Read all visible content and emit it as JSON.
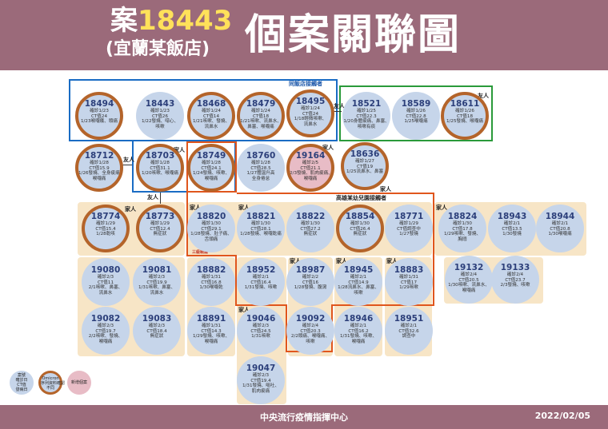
{
  "title": {
    "case_prefix": "案",
    "case_number": "18443",
    "subtitle": "(宜蘭某飯店)",
    "main": "個案關聯圖"
  },
  "footer": {
    "org": "中央流行疫情指揮中心",
    "date": "2022/02/05"
  },
  "group_labels": {
    "hotel": "同飯店接觸者",
    "kaohsiung": "高雄某幼兒園接觸者",
    "small_note": "三級親屬"
  },
  "relation_labels": {
    "friend_1": "友人",
    "friend_2": "友人",
    "friend_3": "友人",
    "friend_4": "友人",
    "family_1": "家人",
    "family_2": "家人",
    "family_3": "家人",
    "family_4": "家人",
    "family_5": "家人",
    "family_6": "家人",
    "family_7": "家人",
    "family_8": "家人",
    "family_9": "家人",
    "family_10": "家人",
    "family_11": "家人"
  },
  "cases": {
    "c18494": {
      "id": "18494",
      "info": "確診1/23\nCT值24\n1/23喉嚨癢、頭痛"
    },
    "c18443": {
      "id": "18443",
      "info": "確診1/23\nCT值26\n1/22發燒、噁心、\n咳嗽"
    },
    "c18468": {
      "id": "18468",
      "info": "確診1/24\nCT值14\n1/21咳嗽、發燒、\n流鼻水"
    },
    "c18479": {
      "id": "18479",
      "info": "確診1/24\nCT值18\n1/21咳嗽、流鼻水、\n鼻塞、喉嚨痛"
    },
    "c18495": {
      "id": "18495",
      "info": "確診1/24\nCT值24\n1/18輕微咳嗽、\n流鼻水"
    },
    "c18521": {
      "id": "18521",
      "info": "確診1/25\nCT值22.3\n1/20身體痠痛、鼻塞、\n咳嗽有痰"
    },
    "c18589": {
      "id": "18589",
      "info": "確診1/26\nCT值22.8\n1/25喉嚨痛"
    },
    "c18611": {
      "id": "18611",
      "info": "確診1/26\nCT值18\n1/25發燒、喉嚨痛"
    },
    "c18712": {
      "id": "18712",
      "info": "確診1/28\nCT值15.9\n1/26發燒、全身痠痛、\n喉嚨痛"
    },
    "c18703": {
      "id": "18703",
      "info": "確診1/28\nCT值31.1\n1/20咳嗽、喉嚨痛"
    },
    "c18749": {
      "id": "18749",
      "info": "確診1/28\nCT值24.1\n1/24發燒、咳嗽、\n喉嚨痛"
    },
    "c18760": {
      "id": "18760",
      "info": "確診1/28\nCT值28.5\n1/27體溫升高\n全身倦怠"
    },
    "c19164": {
      "id": "19164",
      "info": "確診2/5\nCT值21.1\n2/3發燒、肌肉痠痛、\n喉嚨痛"
    },
    "c18636": {
      "id": "18636",
      "info": "確診1/27\nCT值19\n1/25流鼻水、鼻塞"
    },
    "c18774": {
      "id": "18774",
      "info": "確診1/29\nCT值15.4\n1/28乾咳"
    },
    "c18773": {
      "id": "18773",
      "info": "確診1/29\nCT值12.4\n無症狀"
    },
    "c18820": {
      "id": "18820",
      "info": "確診1/30\nCT值29.1\n1/28發燒、肚子痛、\n舌頭痛"
    },
    "c18821": {
      "id": "18821",
      "info": "確診1/30\nCT值28.1\n1/28發燒、喉嚨乾痛"
    },
    "c18822": {
      "id": "18822",
      "info": "確診1/30\nCT值27.2\n無症狀"
    },
    "c18854": {
      "id": "18854",
      "info": "確診1/30\nCT值26.4\n無症狀"
    },
    "c18771": {
      "id": "18771",
      "info": "確診1/29\nCT值調查中\n1/27發燒"
    },
    "c18824": {
      "id": "18824",
      "info": "確診1/30\nCT值17.8\n1/29咳嗽、發燒、\n胸悶"
    },
    "c18943": {
      "id": "18943",
      "info": "確診2/1\nCT值13.5\n1/30發燒"
    },
    "c18944": {
      "id": "18944",
      "info": "確診2/1\nCT值20.8\n1/30喉嚨痛"
    },
    "c19080": {
      "id": "19080",
      "info": "確診2/3\nCT值11\n2/1咳嗽、鼻塞、\n流鼻水"
    },
    "c19081": {
      "id": "19081",
      "info": "確診2/3\nCT值19.9\n1/31咳嗽、鼻塞、\n流鼻水"
    },
    "c18882": {
      "id": "18882",
      "info": "確診1/31\nCT值16.8\n1/30喉嚨乾"
    },
    "c18952": {
      "id": "18952",
      "info": "確診2/1\nCT值16.4\n1/31發燒、咳嗽"
    },
    "c18987": {
      "id": "18987",
      "info": "確診2/2\nCT值16\n1/28發燒、腹瀉"
    },
    "c18945": {
      "id": "18945",
      "info": "確診2/1\nCT值14.9\n1/28流鼻水、鼻塞、\n咳嗽"
    },
    "c18883": {
      "id": "18883",
      "info": "確診1/31\nCT值17\n1/29咳嗽"
    },
    "c19132": {
      "id": "19132",
      "info": "確診2/4\nCT值20.5\n1/30咳嗽、流鼻水、\n喉嚨痛"
    },
    "c19133": {
      "id": "19133",
      "info": "確診2/4\nCT值23.7\n2/3發燒、咳嗽"
    },
    "c19082": {
      "id": "19082",
      "info": "確診2/3\nCT值19.7\n2/2咳嗽、發燒、\n喉嚨痛"
    },
    "c19083": {
      "id": "19083",
      "info": "確診2/3\nCT值18.4\n無症狀"
    },
    "c18891": {
      "id": "18891",
      "info": "確診1/31\nCT值14.3\n1/29發燒、咳嗽、\n喉嚨痛"
    },
    "c19046": {
      "id": "19046",
      "info": "確診2/3\nCT值24.5\n1/31咳嗽"
    },
    "c19092": {
      "id": "19092",
      "info": "確診2/4\nCT值20.3\n2/2頭痛、喉嚨痛、\n咳嗽"
    },
    "c18946": {
      "id": "18946",
      "info": "確診2/1\nCT值16.2\n1/31發燒、咳嗽、\n喉嚨痛"
    },
    "c18951": {
      "id": "18951",
      "info": "確診2/1\nCT值32.6\n調查中"
    },
    "c19047": {
      "id": "19047",
      "info": "確診2/3\nCT值19.4\n1/31發燒、嘔吐、\n肌肉痠痛"
    }
  },
  "legend": {
    "case": "案號\n確診日\nCT值\n發病日",
    "omicron": "Omicron\n序列資料確認\n不同",
    "new": "新增個案"
  },
  "colors": {
    "header": "#9b6a7a",
    "case_blue": "#c6d5ea",
    "omicron_ring": "#b4642a",
    "new_pink": "#e8bcc6",
    "panel": "#f7e5c6",
    "hotel_box": "#1a6cc4",
    "friend_box": "#2a9a3a",
    "kaohsiung_box": "#e0561d"
  }
}
